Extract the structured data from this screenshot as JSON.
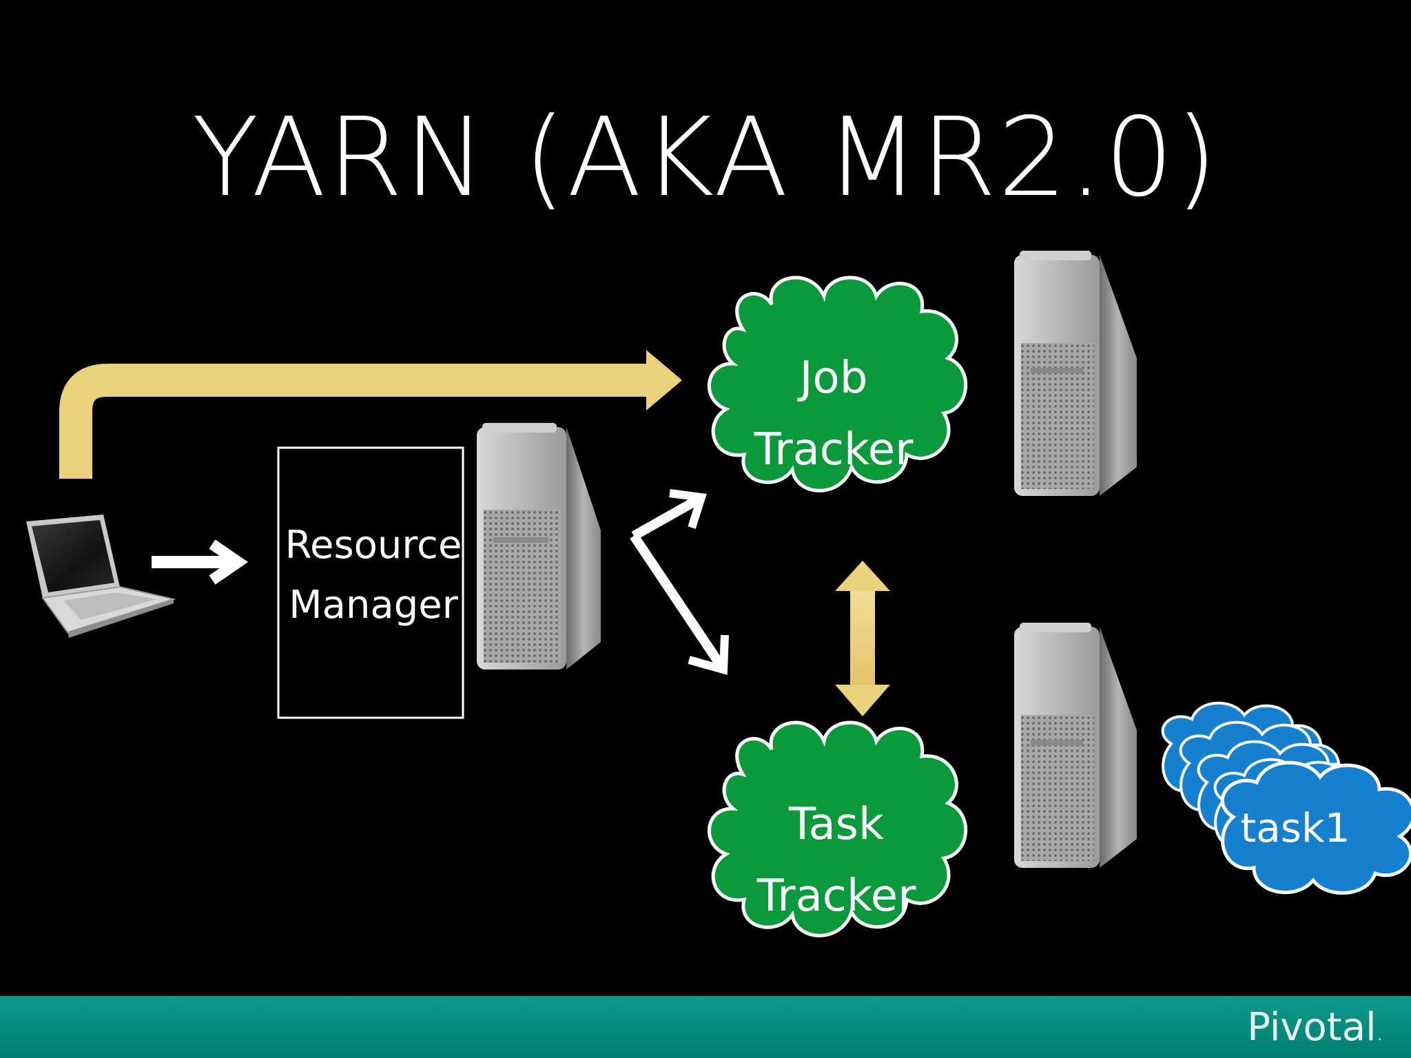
{
  "slide": {
    "title": "YARN  (AKA MR2.0)",
    "brand": "Pivotal",
    "brand_mark": "."
  },
  "diagram": {
    "resource_manager": [
      "Resource",
      "Manager"
    ],
    "job_tracker": [
      "Job",
      "Tracker"
    ],
    "task_tracker": [
      "Task",
      "Tracker"
    ],
    "task": "task1"
  },
  "colors": {
    "background": "#000000",
    "footer": "#008c7e",
    "cloud_green": "#0a9a3c",
    "cloud_blue": "#1680d0",
    "arrow_yellow": "#ecd17f",
    "text": "#ffffff"
  },
  "icons": {
    "laptop": "laptop-icon",
    "server": "tower-server-icon"
  }
}
